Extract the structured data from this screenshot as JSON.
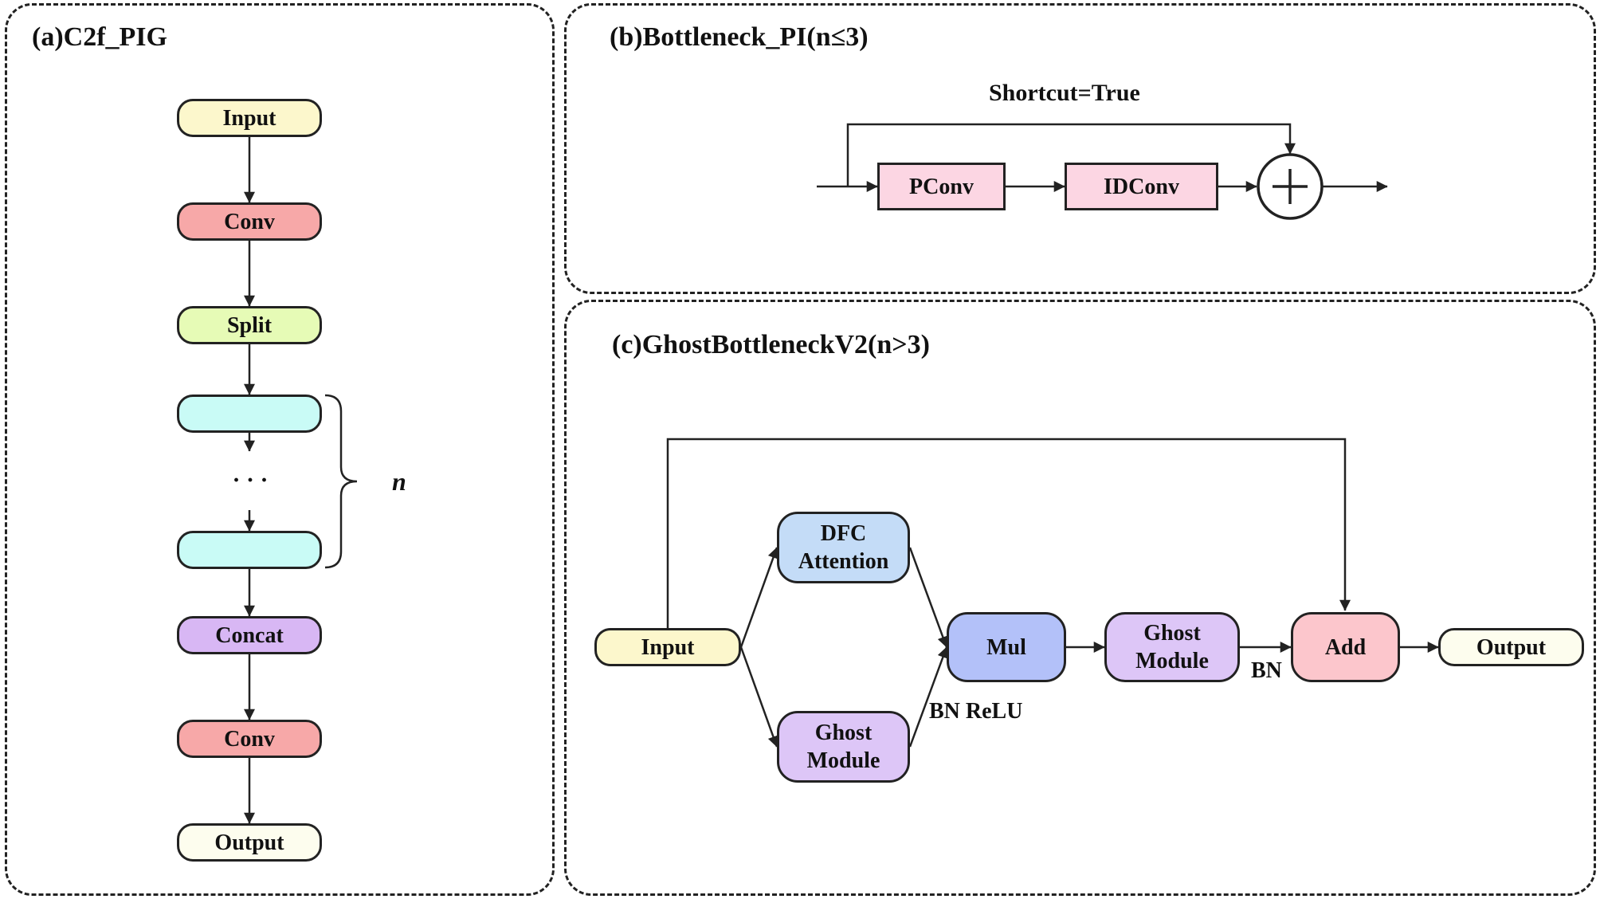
{
  "panel_a": {
    "title": "(a)C2f_PIG",
    "input": "Input",
    "conv1": "Conv",
    "split": "Split",
    "ellipsis": "· · ·",
    "n_label": "n",
    "concat": "Concat",
    "conv2": "Conv",
    "output": "Output"
  },
  "panel_b": {
    "title": "(b)Bottleneck_PI(n≤3)",
    "shortcut": "Shortcut=True",
    "pconv": "PConv",
    "idconv": "IDConv"
  },
  "panel_c": {
    "title": "(c)GhostBottleneckV2(n>3)",
    "input": "Input",
    "dfc_line1": "DFC",
    "dfc_line2": "Attention",
    "ghost_lower_line1": "Ghost",
    "ghost_lower_line2": "Module",
    "mul": "Mul",
    "ghost_mid_line1": "Ghost",
    "ghost_mid_line2": "Module",
    "add": "Add",
    "output": "Output",
    "bn_relu": "BN ReLU",
    "bn": "BN"
  },
  "colors": {
    "input": "#fcf7cc",
    "conv": "#f7a8a8",
    "split": "#e6fbb6",
    "repeat": "#c9fbf6",
    "concat": "#d8b7f4",
    "output": "#fdfdee",
    "pconv": "#fcd6e3",
    "dfc": "#c4dcf7",
    "ghost": "#ddc6f7",
    "mul": "#b3c1f9",
    "add": "#fcc6cc"
  }
}
